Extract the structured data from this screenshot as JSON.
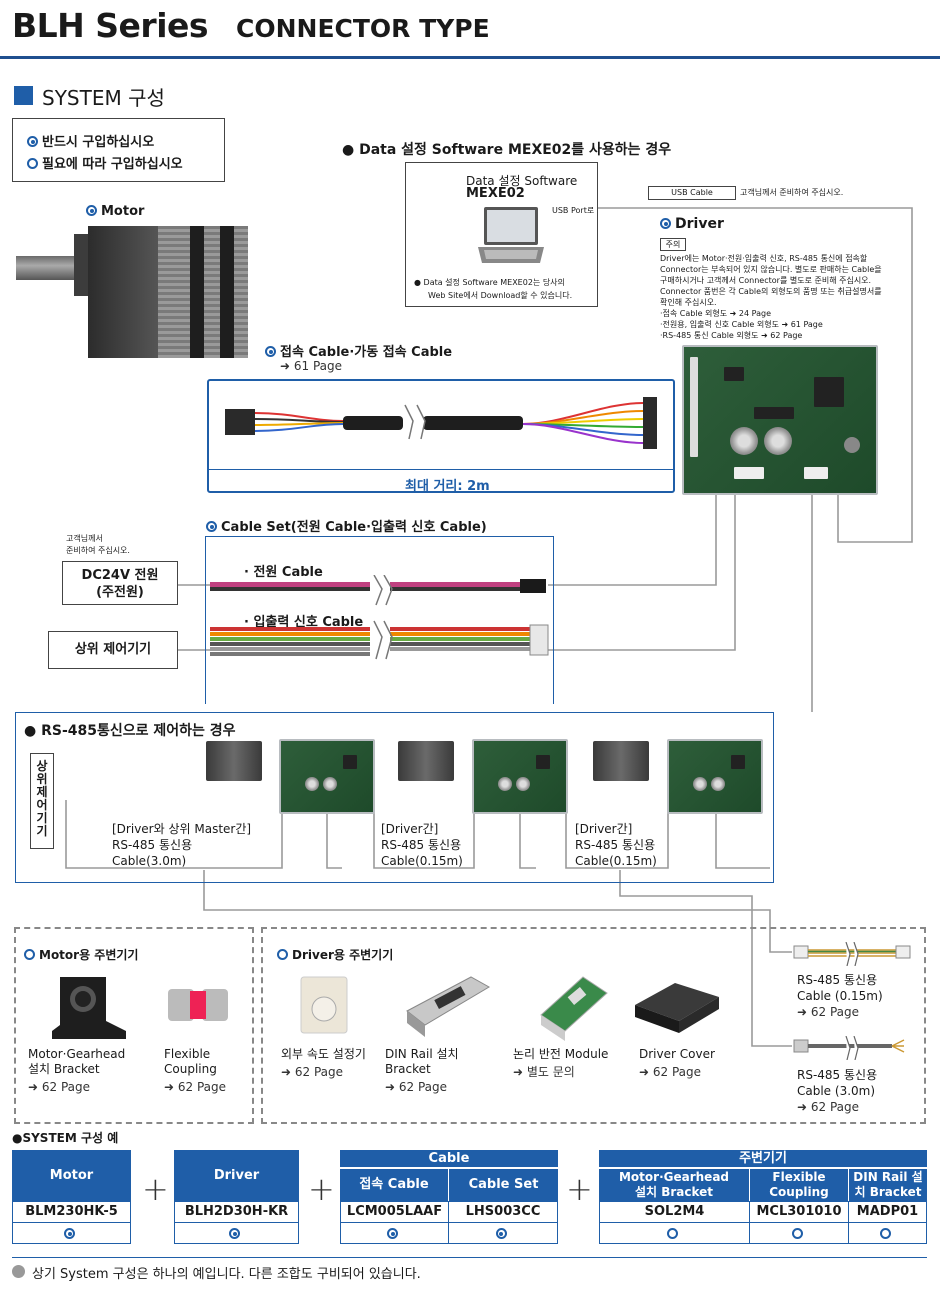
{
  "header": {
    "series": "BLH Series",
    "type": "CONNECTOR TYPE"
  },
  "section_title": "SYSTEM 구성",
  "legend": {
    "required": "반드시 구입하십시오",
    "optional": "필요에 따라 구입하십시오"
  },
  "mexe": {
    "heading": "Data 설정 Software MEXE02를 사용하는 경우",
    "box_title_1": "Data 설정 Software",
    "box_title_2": "MEXE02",
    "usb_port": "USB Port로",
    "note_1": "Data 설정 Software MEXE02는 당사의",
    "note_2": "Web Site에서 Download할 수 있습니다."
  },
  "usb": {
    "cable": "USB Cable",
    "note": "고객님께서 준비하여 주십시오."
  },
  "motor": {
    "label": "Motor"
  },
  "driver": {
    "label": "Driver",
    "notice": "주의",
    "lines": [
      "Driver에는 Motor·전원·입출력 신호, RS-485 통신에 접속할",
      "Connector는 부속되어 있지 않습니다. 별도로 판매하는 Cable을",
      "구매하시거나 고객께서 Connector를 별도로 준비해 주십시오.",
      "Connector 품번은 각 Cable의 외형도의 품명 또는 취급설명서를",
      "확인해 주십시오.",
      "·접속 Cable 외형도 ➜ 24 Page",
      "·전원용, 입출력 신호 Cable 외형도 ➜ 61 Page",
      "·RS-485 통신 Cable 외형도 ➜ 62 Page"
    ]
  },
  "conn_cable": {
    "label": "접속 Cable·가동 접속 Cable",
    "page": "➜ 61 Page",
    "max": "최대 거리: 2m"
  },
  "cable_set": {
    "label": "Cable Set(전원 Cable·입출력 신호 Cable)",
    "power": "· 전원 Cable",
    "io": "· 입출력 신호 Cable"
  },
  "customer_note": {
    "l1": "고객님께서",
    "l2": "준비하여 주십시오."
  },
  "dc24": {
    "l1": "DC24V 전원",
    "l2": "(주전원)"
  },
  "host": "상위 제어기기",
  "rs485": {
    "heading": "RS-485통신으로 제어하는 경우",
    "host_vertical": [
      "상",
      "위",
      "제",
      "어",
      "기",
      "기"
    ],
    "c1": [
      "[Driver와 상위 Master간]",
      "RS-485 통신용",
      "Cable(3.0m)"
    ],
    "c2": [
      "[Driver간]",
      "RS-485 통신용",
      "Cable(0.15m)"
    ],
    "c3": [
      "[Driver간]",
      "RS-485 통신용",
      "Cable(0.15m)"
    ]
  },
  "motor_acc": {
    "title": "Motor용 주변기기",
    "items": [
      {
        "name": [
          "Motor·Gearhead",
          "설치 Bracket"
        ],
        "page": "➜ 62 Page"
      },
      {
        "name": [
          "Flexible",
          "Coupling"
        ],
        "page": "➜ 62 Page"
      }
    ]
  },
  "driver_acc": {
    "title": "Driver용 주변기기",
    "items": [
      {
        "name": [
          "외부 속도 설정기"
        ],
        "page": "➜ 62 Page"
      },
      {
        "name": [
          "DIN Rail 설치",
          "Bracket"
        ],
        "page": "➜ 62 Page"
      },
      {
        "name": [
          "논리 반전 Module"
        ],
        "page": "➜ 별도 문의"
      },
      {
        "name": [
          "Driver Cover"
        ],
        "page": "➜ 62 Page"
      }
    ]
  },
  "rs_cables": [
    {
      "name": [
        "RS-485 통신용",
        "Cable (0.15m)"
      ],
      "page": "➜ 62 Page"
    },
    {
      "name": [
        "RS-485 통신용",
        "Cable (3.0m)"
      ],
      "page": "➜ 62 Page"
    }
  ],
  "example": {
    "title": "●SYSTEM 구성 예",
    "motor": {
      "header": "Motor",
      "model": "BLM230HK-5"
    },
    "driver": {
      "header": "Driver",
      "model": "BLH2D30H-KR"
    },
    "cable": {
      "header": "Cable",
      "h1": "접속 Cable",
      "h2": "Cable Set",
      "m1": "LCM005LAAF",
      "m2": "LHS003CC"
    },
    "acc": {
      "header": "주변기기",
      "h1": [
        "Motor·Gearhead",
        "설치 Bracket"
      ],
      "h2": [
        "Flexible",
        "Coupling"
      ],
      "h3": [
        "DIN Rail 설",
        "치 Bracket"
      ],
      "m1": "SOL2M4",
      "m2": "MCL301010",
      "m3": "MADP01"
    }
  },
  "footnote": "상기 System 구성은 하나의 예입니다. 다른 조합도 구비되어 있습니다.",
  "colors": {
    "accent": "#1f5ea8",
    "line": "#999999"
  }
}
